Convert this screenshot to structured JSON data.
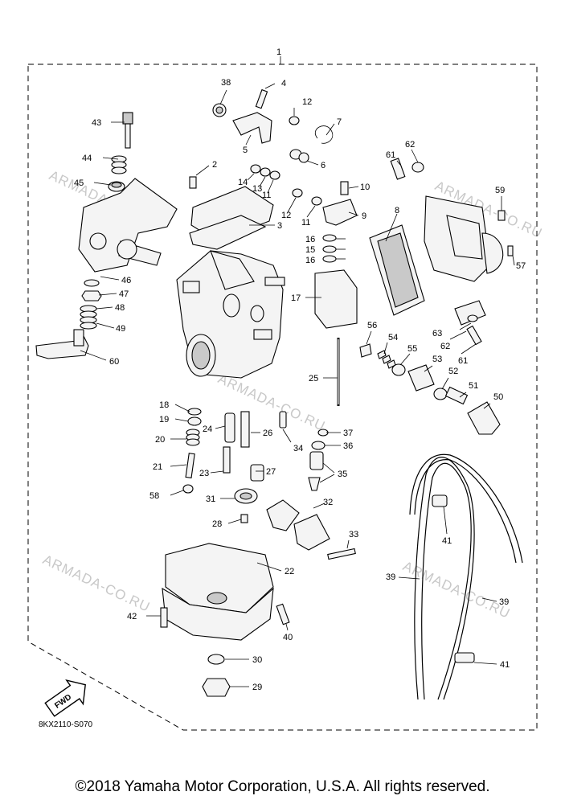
{
  "diagram_code": "8KX2110-S070",
  "fwd_badge": "FWD",
  "watermark": "ARMADA-CO.RU",
  "copyright": "©2018 Yamaha Motor Corporation, U.S.A. All rights reserved.",
  "callouts": [
    "1",
    "2",
    "3",
    "4",
    "5",
    "6",
    "7",
    "8",
    "9",
    "10",
    "11",
    "11",
    "12",
    "12",
    "13",
    "14",
    "15",
    "16",
    "16",
    "17",
    "18",
    "19",
    "20",
    "21",
    "22",
    "23",
    "24",
    "25",
    "26",
    "27",
    "28",
    "29",
    "30",
    "31",
    "32",
    "33",
    "34",
    "35",
    "36",
    "37",
    "38",
    "39",
    "39",
    "40",
    "41",
    "41",
    "42",
    "43",
    "44",
    "45",
    "46",
    "47",
    "48",
    "49",
    "50",
    "51",
    "52",
    "53",
    "54",
    "55",
    "56",
    "57",
    "58",
    "59",
    "60",
    "61",
    "61",
    "62",
    "62",
    "63"
  ]
}
